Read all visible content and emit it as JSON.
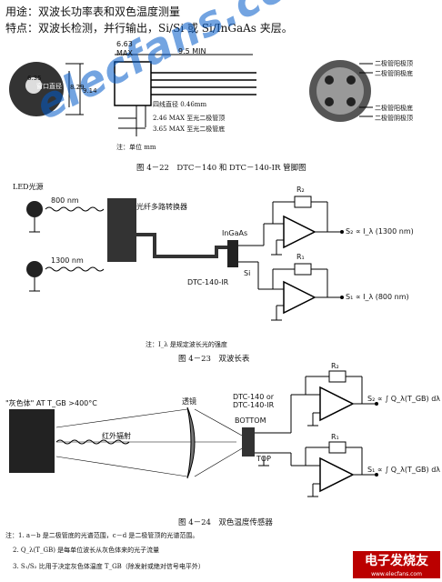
{
  "header": {
    "use_line": "用途：双波长功率表和双色温度测量",
    "feature_line": "特点：双波长检测，并行输出，Si/Si 或 Si/InGaAs 夹层。"
  },
  "fig22": {
    "dims": {
      "d1": "6.63",
      "max1": "MAX",
      "d2": "9.5 MIN",
      "d3": "8.29",
      "d4": "9.14",
      "d5": "6.35",
      "window": "窗口直径",
      "lead_dia": "四线直径 0.46mm",
      "m1": "2.46 MAX 至光二极管顶",
      "m2": "3.65 MAX 至光二极管底",
      "unit": "注：单位 mm"
    },
    "legend": {
      "a": "二极管阳极顶",
      "b": "二极管阴极底",
      "c": "二极管阳极底",
      "d": "二极管阴极顶"
    },
    "caption": "图 4－22　DTC－140 和 DTC－140-IR 管脚图"
  },
  "fig23": {
    "led": "LED光源",
    "w1": "800 nm",
    "w2": "1300 nm",
    "switch": "光纤多路转换器",
    "ingaas": "InGaAs",
    "si": "Si",
    "part": "DTC-140-IR",
    "r2": "R₂",
    "r1": "R₁",
    "out2": "S₂ ∝ I_λ (1300 nm)",
    "out1": "S₁ ∝ I_λ (800 nm)",
    "note": "注：I_λ 是规定波长光的强度",
    "caption": "图 4－23　双波长表"
  },
  "fig24": {
    "body": "\"灰色体\" AT T_GB >400°C",
    "ir": "红外辐射",
    "lens": "透镜",
    "part": "DTC-140 or DTC-140-IR",
    "bottom": "BOTTOM",
    "top": "TOP",
    "r2": "R₂",
    "r1": "R₁",
    "out2": "S₂ ∝ ∫ Q_λ(T_GB) dλ",
    "out1": "S₁ ∝ ∫ Q_λ(T_GB) dλ",
    "caption": "图 4－24　双色温度传感器",
    "note1": "注：1. a－b 是二极管底的光谱范围，c－d 是二极管顶的光谱范围。",
    "note2": "2. Q_λ(T_GB) 是每单位波长从灰色体来的光子流量",
    "note3": "3. S₁/S₂ 比用于决定灰色体温度 T_GB（除发射或绝对信号电平外）"
  },
  "watermark": "elecfans.com",
  "logo": {
    "main": "电子发烧友",
    "sub": "www.elecfans.com"
  }
}
